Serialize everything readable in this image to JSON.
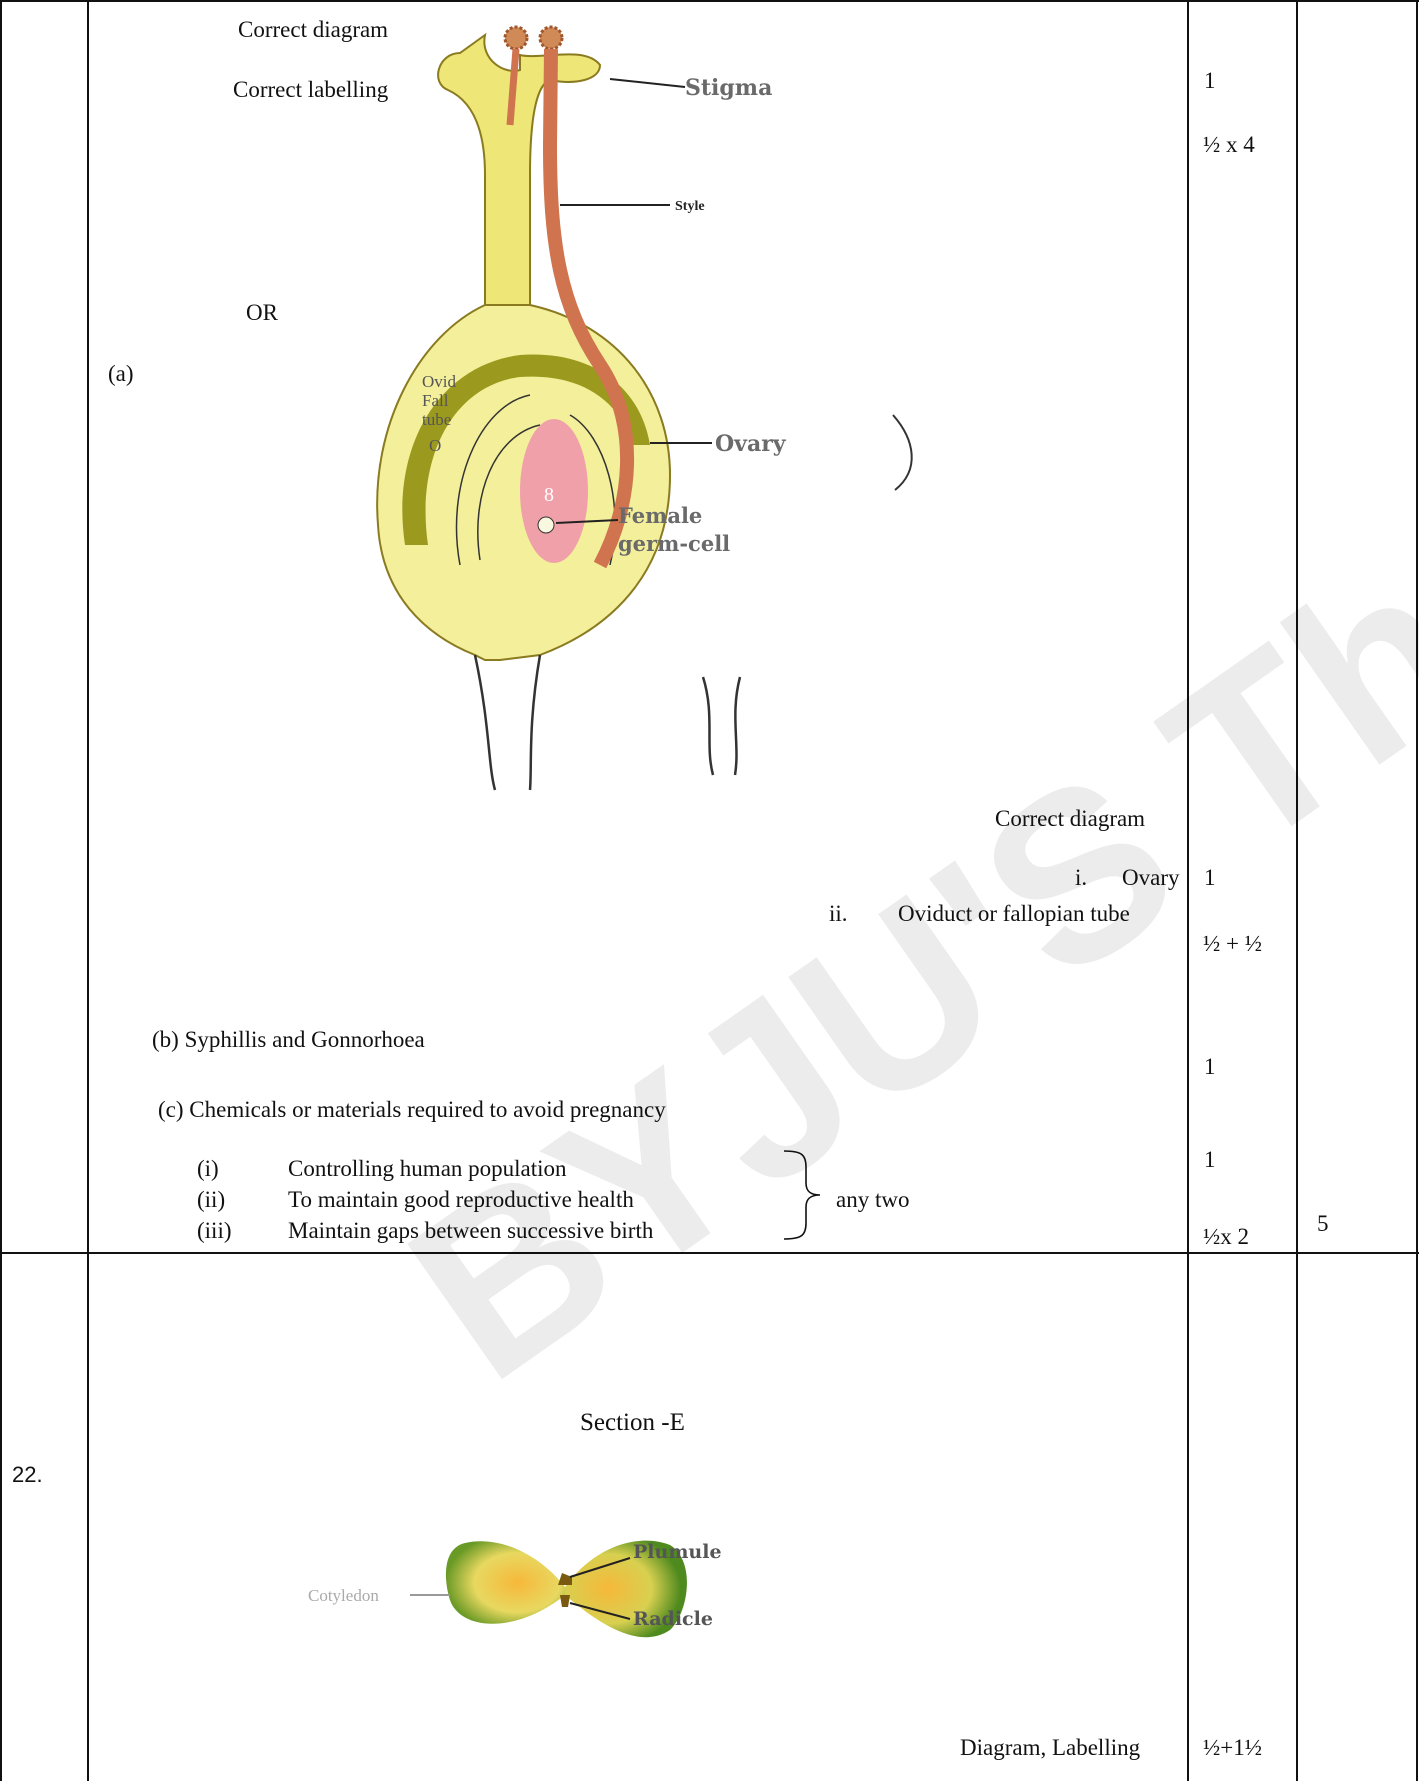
{
  "row_a": {
    "correct_diagram_top": "Correct diagram",
    "correct_labelling": "Correct labelling",
    "or_text": "OR",
    "part_a": "(a)",
    "flower_labels": {
      "stigma": "Stigma",
      "style": "Style",
      "ovary": "Ovary",
      "female_germ_cell_1": "Female",
      "female_germ_cell_2": "germ-cell"
    },
    "overlap_fragments": [
      "Ovid",
      "Fall",
      "tube",
      "O"
    ],
    "correct_diagram_right": "Correct diagram",
    "item_i_num": "i.",
    "item_i_text": "Ovary",
    "item_ii_num": "ii.",
    "item_ii_text": "Oviduct or fallopian tube",
    "part_b": "(b) Syphillis and Gonnorhoea",
    "part_c": "(c) Chemicals or materials required to avoid pregnancy",
    "reasons": [
      {
        "num": "(i)",
        "text": "Controlling human population"
      },
      {
        "num": "(ii)",
        "text": "To maintain good reproductive health"
      },
      {
        "num": "(iii)",
        "text": "Maintain gaps between successive birth"
      }
    ],
    "any_two": "any two",
    "marks": [
      "1",
      "½ x 4",
      "1",
      "½ + ½",
      "1",
      "1",
      "½x 2"
    ],
    "total": "5"
  },
  "row_22": {
    "number": "22.",
    "section_title": "Section -E",
    "seed_labels": {
      "plumule": "Plumule",
      "radicle": "Radicle",
      "cotyledon": "Cotyledon"
    },
    "diagram_labelling": "Diagram, Labelling",
    "marks": "½+1½"
  },
  "watermark": "BYJU'S The Learning App"
}
